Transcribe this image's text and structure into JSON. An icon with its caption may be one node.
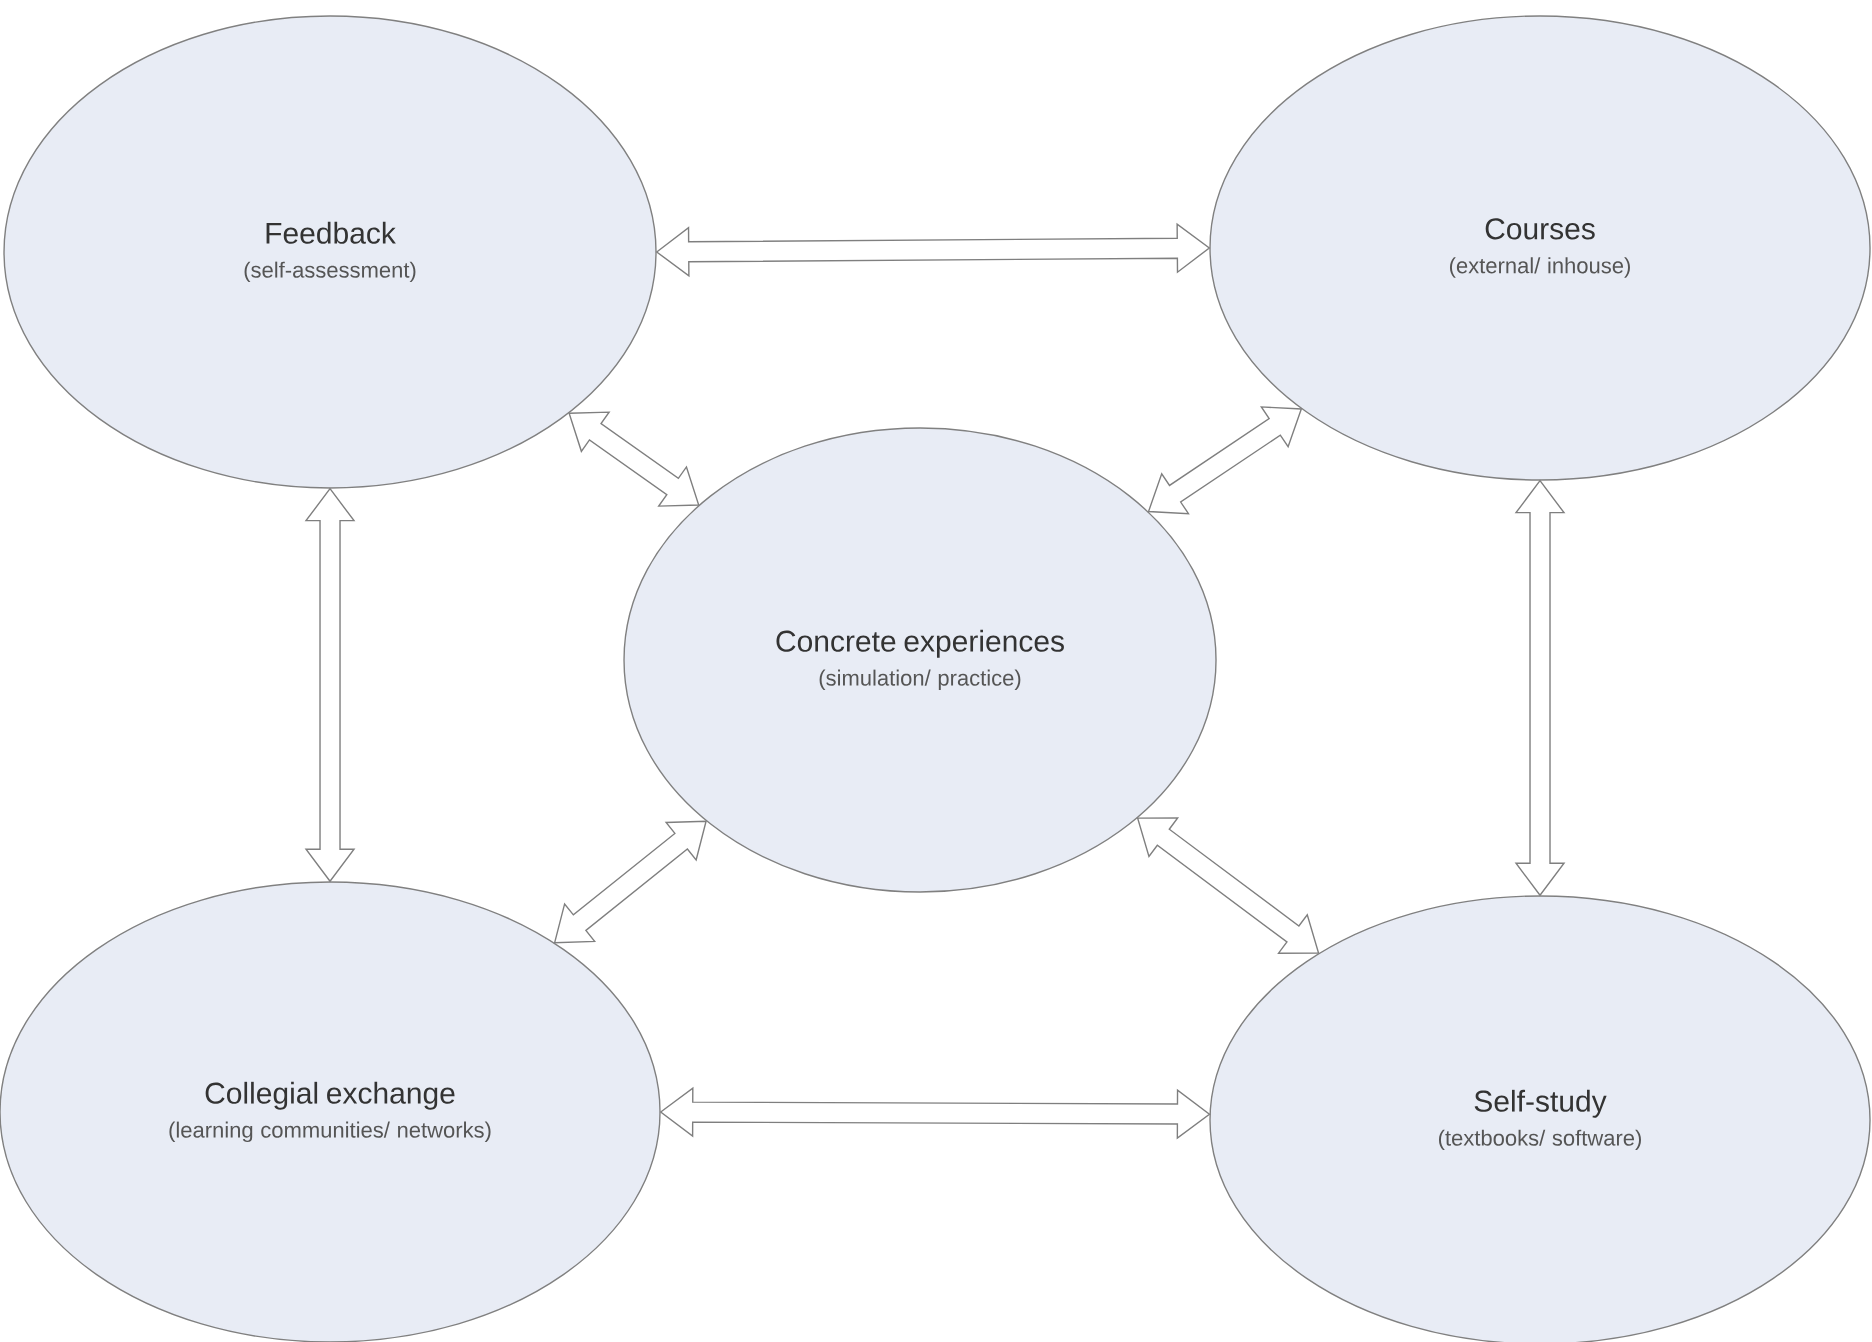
{
  "diagram": {
    "nodes": [
      {
        "text": [
          "Feedback",
          "(self-assessment)"
        ]
      },
      {
        "text": [
          "Courses",
          "(external/ inhouse)"
        ]
      },
      {
        "text": [
          "Concrete experiences",
          "(simulation/ practice)"
        ]
      },
      {
        "text": [
          "Collegial exchange",
          "(learning communities/ networks)"
        ]
      },
      {
        "text": [
          "Self-study",
          "(textbooks/ software)"
        ]
      }
    ],
    "edges": [
      {
        "from": 0,
        "to": 1,
        "arrow": "both"
      },
      {
        "from": 0,
        "to": 2,
        "arrow": "both"
      },
      {
        "from": 1,
        "to": 2,
        "arrow": "both"
      },
      {
        "from": 0,
        "to": 3,
        "arrow": "both"
      },
      {
        "from": 1,
        "to": 4,
        "arrow": "both"
      },
      {
        "from": 3,
        "to": 2,
        "arrow": "both"
      },
      {
        "from": 2,
        "to": 4,
        "arrow": "both"
      },
      {
        "from": 3,
        "to": 4,
        "arrow": "both"
      }
    ]
  }
}
